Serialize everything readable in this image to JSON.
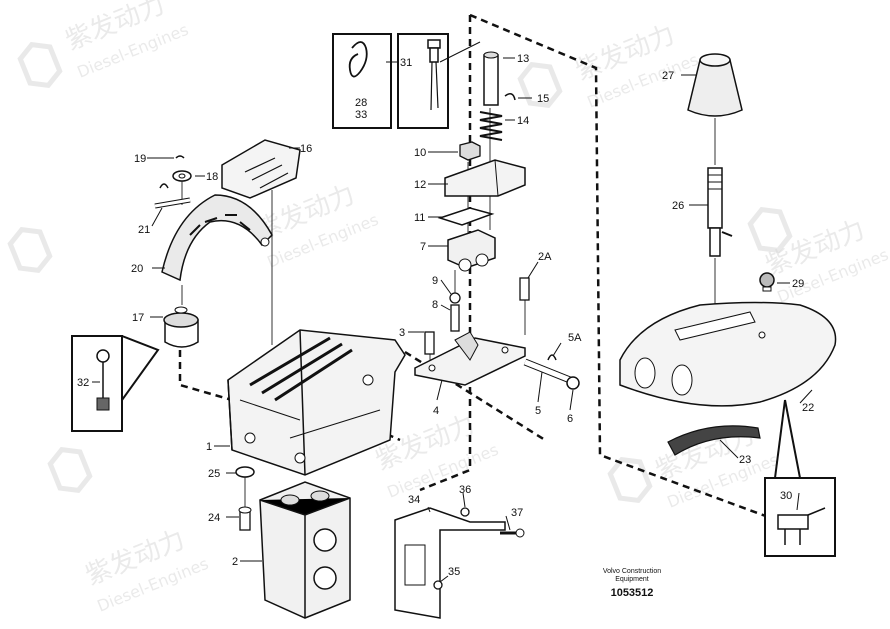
{
  "watermark": {
    "brand": "紫发动力",
    "sub": "Diesel-Engines"
  },
  "footer": {
    "line1": "Volvo Construction",
    "line2": "Equipment",
    "number": "1053512"
  },
  "callouts": [
    {
      "id": "c1",
      "text": "1"
    },
    {
      "id": "c2",
      "text": "2"
    },
    {
      "id": "c2A",
      "text": "2A"
    },
    {
      "id": "c3",
      "text": "3"
    },
    {
      "id": "c4",
      "text": "4"
    },
    {
      "id": "c5",
      "text": "5"
    },
    {
      "id": "c5A",
      "text": "5A"
    },
    {
      "id": "c6",
      "text": "6"
    },
    {
      "id": "c7",
      "text": "7"
    },
    {
      "id": "c8",
      "text": "8"
    },
    {
      "id": "c9",
      "text": "9"
    },
    {
      "id": "c10",
      "text": "10"
    },
    {
      "id": "c11",
      "text": "11"
    },
    {
      "id": "c12",
      "text": "12"
    },
    {
      "id": "c13",
      "text": "13"
    },
    {
      "id": "c14",
      "text": "14"
    },
    {
      "id": "c15",
      "text": "15"
    },
    {
      "id": "c16",
      "text": "16"
    },
    {
      "id": "c17",
      "text": "17"
    },
    {
      "id": "c18",
      "text": "18"
    },
    {
      "id": "c19",
      "text": "19"
    },
    {
      "id": "c20",
      "text": "20"
    },
    {
      "id": "c21",
      "text": "21"
    },
    {
      "id": "c22",
      "text": "22"
    },
    {
      "id": "c23",
      "text": "23"
    },
    {
      "id": "c24",
      "text": "24"
    },
    {
      "id": "c25",
      "text": "25"
    },
    {
      "id": "c26",
      "text": "26"
    },
    {
      "id": "c27",
      "text": "27"
    },
    {
      "id": "c28",
      "text": "28"
    },
    {
      "id": "c29",
      "text": "29"
    },
    {
      "id": "c30",
      "text": "30"
    },
    {
      "id": "c31",
      "text": "31"
    },
    {
      "id": "c32",
      "text": "32"
    },
    {
      "id": "c33",
      "text": "33"
    },
    {
      "id": "c34",
      "text": "34"
    },
    {
      "id": "c35",
      "text": "35"
    },
    {
      "id": "c36",
      "text": "36"
    },
    {
      "id": "c37",
      "text": "37"
    }
  ]
}
